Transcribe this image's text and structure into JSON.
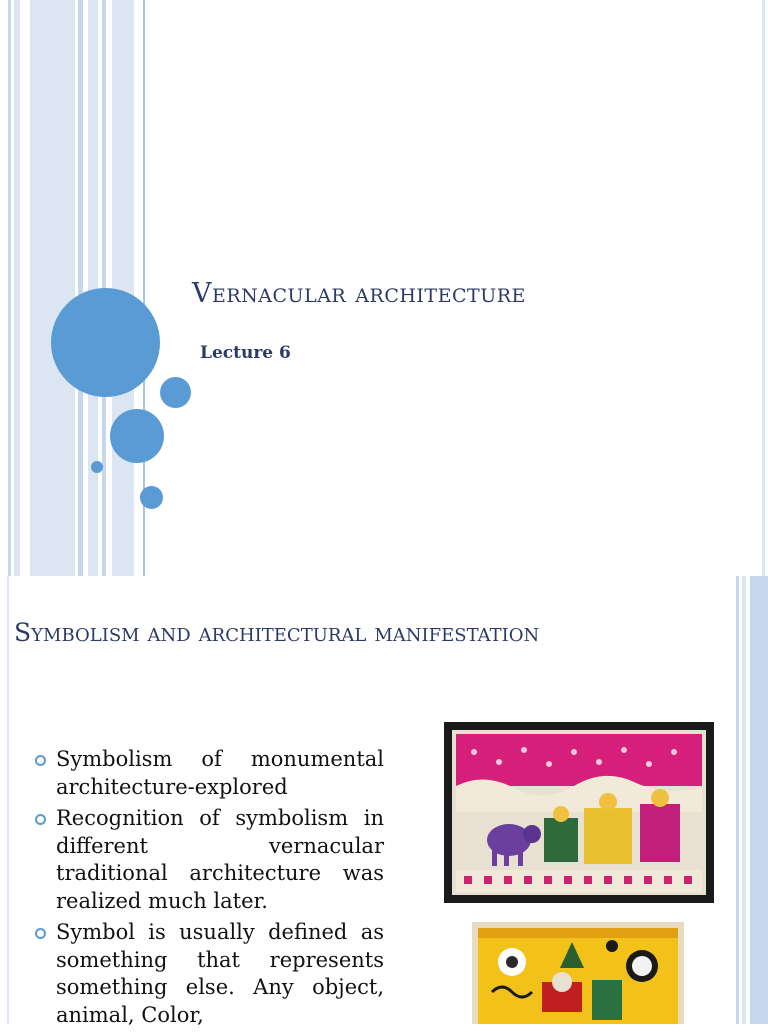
{
  "slide1": {
    "title": "Vernacular architecture",
    "subtitle": "Lecture 6"
  },
  "slide2": {
    "title": "Symbolism and architectural manifestation",
    "bullets": [
      "Symbolism of monumental architecture-explored",
      "Recognition of symbolism in different vernacular traditional architecture was realized much later.",
      "Symbol is usually defined as something that represents something else. Any object, animal, Color,"
    ],
    "images": [
      "madhubani-painting-pink",
      "madhubani-painting-yellow"
    ]
  },
  "colors": {
    "accent": "#5b9bd5",
    "title": "#2b3a67",
    "stripe_light": "#dce6f2",
    "stripe_mid": "#c5d7ec"
  }
}
